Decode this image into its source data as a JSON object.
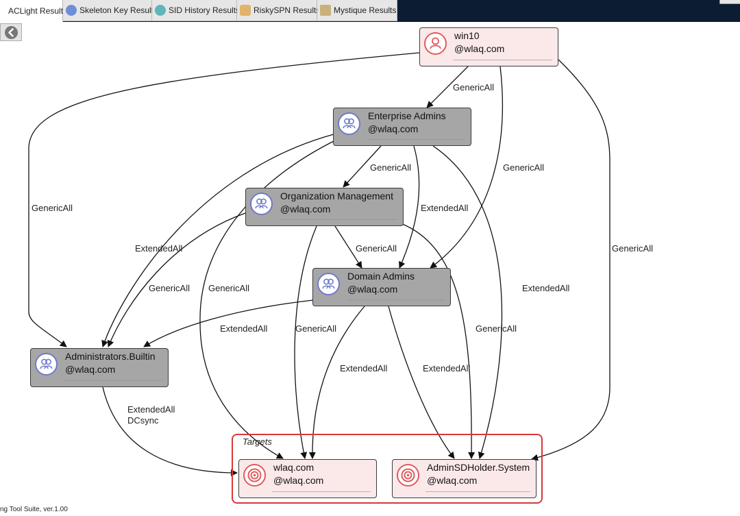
{
  "tabs": [
    {
      "label": "ACLight Results",
      "icon": "aclight-icon",
      "active": true
    },
    {
      "label": "Skeleton Key Results",
      "icon": "skeleton-key-icon",
      "active": false
    },
    {
      "label": "SID History Results",
      "icon": "sid-history-icon",
      "active": false
    },
    {
      "label": "RiskySPN Results",
      "icon": "riskyspn-icon",
      "active": false
    },
    {
      "label": "Mystique Results",
      "icon": "mystique-icon",
      "active": false
    }
  ],
  "nodes": {
    "win10": {
      "name": "win10",
      "domain": "@wlaq.com",
      "kind": "user"
    },
    "enterprise_admins": {
      "name": "Enterprise Admins",
      "domain": "@wlaq.com",
      "kind": "group"
    },
    "org_management": {
      "name": "Organization Management",
      "domain": "@wlaq.com",
      "kind": "group"
    },
    "domain_admins": {
      "name": "Domain Admins",
      "domain": "@wlaq.com",
      "kind": "group"
    },
    "administrators": {
      "name": "Administrators.Builtin",
      "domain": "@wlaq.com",
      "kind": "group"
    },
    "wlaq": {
      "name": "wlaq.com",
      "domain": "@wlaq.com",
      "kind": "target"
    },
    "adminsdholder": {
      "name": "AdminSDHolder.System",
      "domain": "@wlaq.com",
      "kind": "target"
    }
  },
  "targets_label": "Targets",
  "edge_labels": {
    "win10_enterprise": "GenericAll",
    "win10_admins": "GenericAll",
    "win10_domainadmins": "GenericAll",
    "win10_adminsd": "GenericAll",
    "ea_orgmgmt": "GenericAll",
    "ea_domainadmins": "ExtendedAll",
    "ea_adminsd": "ExtendedAll",
    "ea_wlaq": "GenericAll",
    "om_admins_ext": "ExtendedAll",
    "om_admins_gen": "GenericAll",
    "om_domainadmins": "GenericAll",
    "om_wlaq": "GenericAll",
    "om_adminsd": "GenericAll",
    "da_admins": "ExtendedAll",
    "da_wlaq": "ExtendedAll",
    "da_adminsd": "ExtendedAll",
    "admins_wlaq_1": "ExtendedAll",
    "admins_wlaq_2": "DCsync"
  },
  "colors": {
    "target_border": "#d9363a",
    "user_node_fill": "#fbe9ea",
    "group_node_fill": "#a6a6a6",
    "tabbar_background": "#0b1c33"
  },
  "footer": "ng Tool Suite, ver.1.00"
}
